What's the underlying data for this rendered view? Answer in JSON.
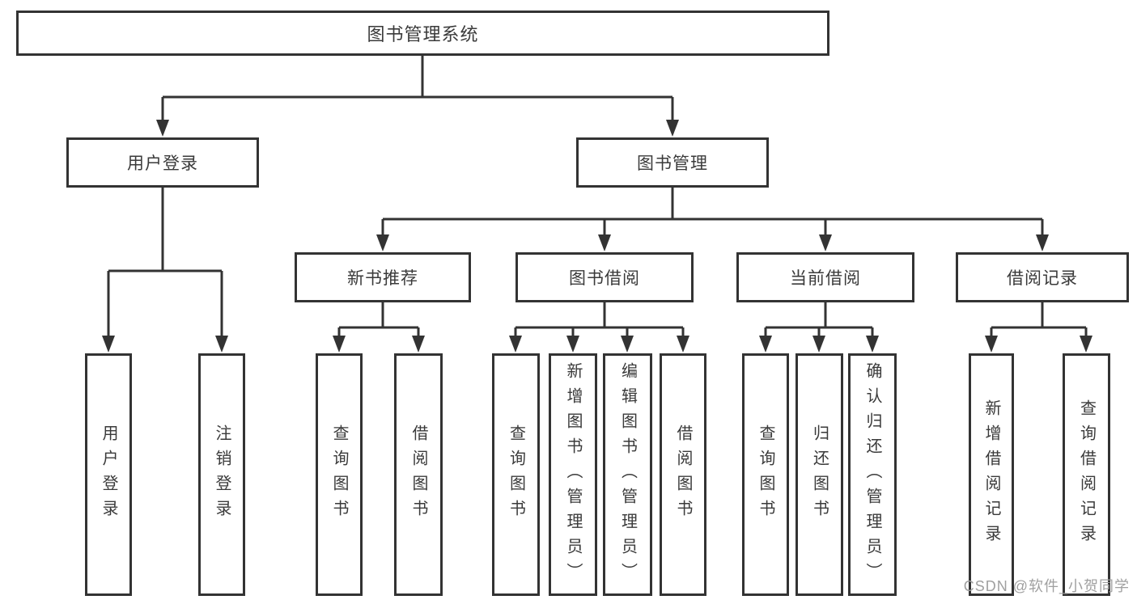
{
  "root": {
    "label": "图书管理系统"
  },
  "level2": [
    {
      "label": "用户登录"
    },
    {
      "label": "图书管理"
    }
  ],
  "level3": [
    {
      "label": "新书推荐"
    },
    {
      "label": "图书借阅"
    },
    {
      "label": "当前借阅"
    },
    {
      "label": "借阅记录"
    }
  ],
  "leaves": {
    "user_login": [
      {
        "label": "用户登录"
      },
      {
        "label": "注销登录"
      }
    ],
    "new_book": [
      {
        "label": "查询图书"
      },
      {
        "label": "借阅图书"
      }
    ],
    "book_borrow": [
      {
        "label": "查询图书"
      },
      {
        "label": "新增图书（管理员）"
      },
      {
        "label": "编辑图书（管理员）"
      },
      {
        "label": "借阅图书"
      }
    ],
    "current_borrow": [
      {
        "label": "查询图书"
      },
      {
        "label": "归还图书"
      },
      {
        "label": "确认归还（管理员）"
      }
    ],
    "borrow_record": [
      {
        "label": "新增借阅记录"
      },
      {
        "label": "查询借阅记录"
      }
    ]
  },
  "watermark": {
    "text": "CSDN @软件_小贺同学"
  },
  "colors": {
    "line": "#333333",
    "text": "#3a3a3a",
    "box_background": "#ffffff",
    "watermark": "#a0a0a0"
  }
}
